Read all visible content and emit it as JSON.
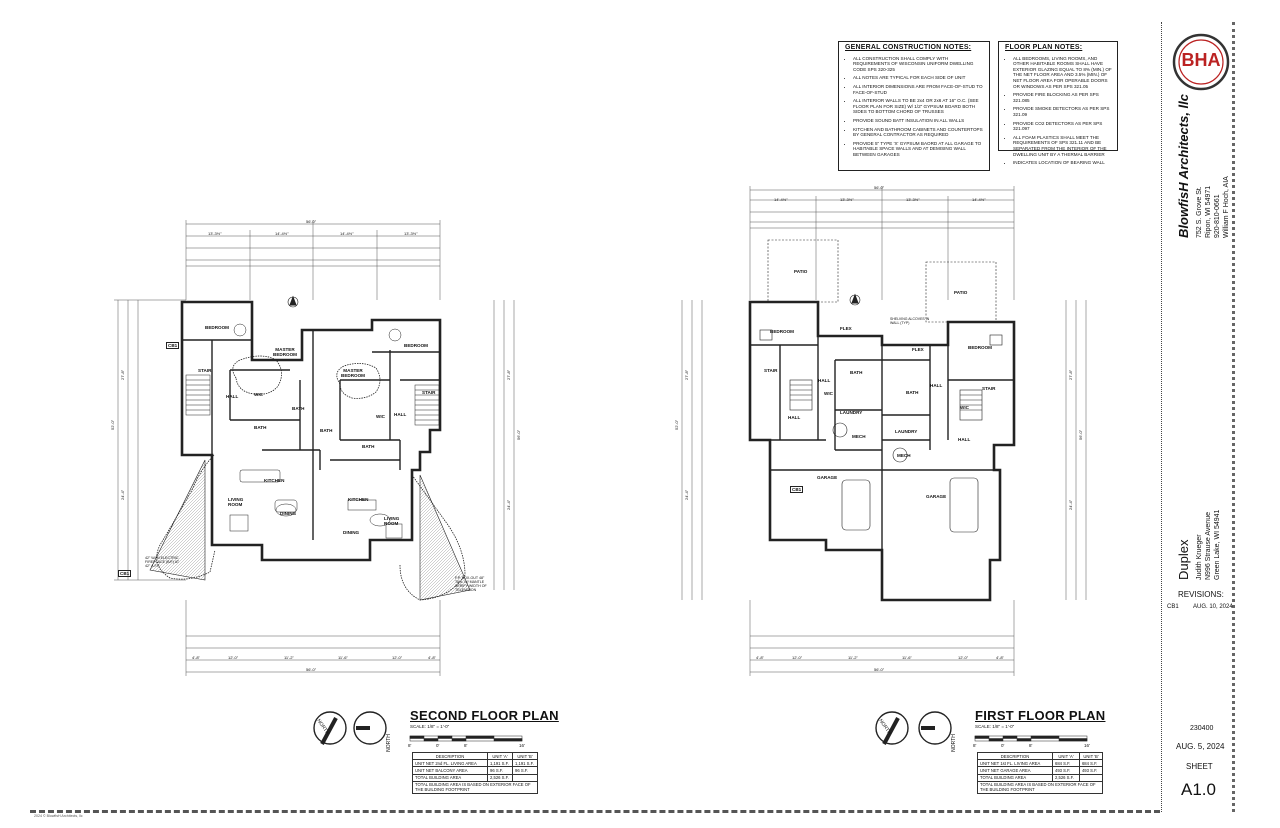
{
  "general_notes": {
    "title": "GENERAL CONSTRUCTION NOTES:",
    "items": [
      "ALL CONSTRUCTION SHALL COMPLY WITH REQUIREMENTS OF WISCONSIN UNIFORM DWELLING CODE SPS 320-325",
      "ALL NOTES ARE TYPICAL FOR EACH SIDE OF UNIT",
      "ALL INTERIOR DIMENSIONS ARE FROM FACE-OF-STUD TO FACE-OF-STUD",
      "ALL INTERIOR WALLS TO BE 2x4 OR 2x6 AT 16\" O.C. (SEE FLOOR PLAN FOR SIZE) W/ 1/2\" GYPSUM BOARD BOTH SIDES TO BOTTOM CHORD OF TRUSSES",
      "PROVIDE SOUND BATT INSULATION IN ALL WALLS",
      "KITCHEN AND BATHROOM CABINETS AND COUNTERTOPS BY GENERAL CONTRACTOR AS REQUIRED",
      "PROVIDE 5\" TYPE 'X' GYPSUM BAORD AT ALL GARAGE TO HABITABLE SPACE WALLS AND AT DEMISING WALL BETWEEN GARAGES"
    ]
  },
  "floor_plan_notes": {
    "title": "FLOOR PLAN NOTES:",
    "items": [
      "ALL BEDROOMS, LIVING ROOMS, AND OTHER HABITABLE ROOMS SHALL HAVE EXTERIOR GLAZING EQUAL TO 8% (MIN.) OF THE NET FLOOR AREA AND 3.5% (MIN.) OF NET FLOOR AREA FOR OPERABLE DOORS OR WINDOWS AS PER SPS 321.05",
      "PROVIDE FIRE BLOCKING AS PER SPS 321.085",
      "PROVIDE SMOKE DETECTORS AS PER SPS 321.09",
      "PROVIDE CO2 DETECTORS AS PER SPS 321.097",
      "ALL FOAM PLASTICS SHALL MEET THE REQUIREMENTS OF SPS 321.11 AND BE SEPARATED FROM THE INTERIOR OF THE DWELLING UNIT BY A THERMAL BARRIER",
      "INDICATES LOCATION OF BEARING WALL"
    ]
  },
  "firm": {
    "logo": "BHA",
    "name": "BlowfisH Architects, llc",
    "address1": "752 S. Grove St.",
    "address2": "Ripon, WI 54971",
    "phone": "920-810-0661",
    "architect": "William F Hoch, AIA"
  },
  "project": {
    "name": "Duplex",
    "client": "Judith Krueger",
    "street": "N996 Strause Avenue",
    "city": "Green Lake, WI   54941"
  },
  "revisions": {
    "label": "REVISIONS:",
    "rev_id": "CB1",
    "rev_date": "AUG. 10, 2024"
  },
  "sheet_info": {
    "project_no": "230400",
    "date": "AUG. 5, 2024",
    "sheet_label": "SHEET",
    "sheet_no": "A1.0"
  },
  "copyright": "2024 © BlowfisH Architects, llc",
  "second_floor": {
    "title": "SECOND FLOOR PLAN",
    "scale": "SCALE:  1/8\" = 1'-0\"",
    "scale_ticks": [
      "8'",
      "0'",
      "8'",
      "16'"
    ],
    "overall_dim": "56'-0\"",
    "north": "NORTH",
    "rooms": {
      "bedroom_l": "BEDROOM",
      "master_l": "MASTER BEDROOM",
      "master_r": "MASTER BEDROOM",
      "bedroom_r": "BEDROOM",
      "stair_l": "STAIR",
      "stair_r": "STAIR",
      "hall_l": "HALL",
      "hall_r": "HALL",
      "wic_l": "WIC",
      "wic_r": "WIC",
      "bath_l": "BATH",
      "bath_r": "BATH",
      "bath_l2": "BATH",
      "bath_r2": "BATH",
      "kitchen_l": "KITCHEN",
      "kitchen_r": "KITCHEN",
      "living_l": "LIVING ROOM",
      "living_r": "LIVING ROOM",
      "dining_l": "DINING",
      "dining_r": "DINING",
      "fireplace": "42\" W/ M ELECTRIC FIREPLACE (B/F) AT 42\" A.F.F.",
      "tv": "F.P. BOX-OUT 48\" TALL W/ MANTLE VERIFY WIDTH OF TELEVISION",
      "cb": "CB1"
    },
    "table": {
      "headers": [
        "DESCRIPTION",
        "UNIT 'A'",
        "UNIT 'B'"
      ],
      "rows": [
        [
          "UNIT NET 2nd FL. LIVING AREA",
          "1,191 S.F.",
          "1,191 S.F."
        ],
        [
          "UNIT NET BALCONY AREA",
          "96 S.F.",
          "96 S.F."
        ],
        [
          "TOTAL BUILDING AREA",
          "2,526 S.F.",
          ""
        ]
      ],
      "footnote": "TOTAL BUILDING AREA IS BASED ON EXTERIOR FACE OF THE BUILDING FOOTPRINT"
    }
  },
  "first_floor": {
    "title": "FIRST FLOOR PLAN",
    "scale": "SCALE:  1/8\" = 1'-0\"",
    "scale_ticks": [
      "8'",
      "0'",
      "8'",
      "16'"
    ],
    "overall_dim": "56'-0\"",
    "north": "NORTH",
    "rooms": {
      "patio_l": "PATIO",
      "patio_r": "PATIO",
      "bedroom_l": "BEDROOM",
      "bedroom_r": "BEDROOM",
      "flex_l": "FLEX",
      "flex_r": "FLEX",
      "stair_l": "STAIR",
      "stair_r": "STAIR",
      "hall_l": "HALL",
      "hall_r": "HALL",
      "hall_l2": "HALL",
      "hall_r2": "HALL",
      "wic_l": "WIC",
      "wic_r": "WIC",
      "bath_l": "BATH",
      "bath_r": "BATH",
      "laundry_l": "LAUNDRY",
      "laundry_r": "LAUNDRY",
      "mech_l": "MECH",
      "mech_r": "MECH",
      "garage_l": "GARAGE",
      "garage_r": "GARAGE",
      "cb": "CB1",
      "shelving": "SHELVING ALCOVES IN WALL (TYP)"
    },
    "table": {
      "headers": [
        "DESCRIPTION",
        "UNIT 'A'",
        "UNIT 'B'"
      ],
      "rows": [
        [
          "UNIT NET 1st FL. LIVING AREA",
          "684 S.F.",
          "684 S.F."
        ],
        [
          "UNIT NET GARAGE AREA",
          "493 S.F.",
          "493 S.F."
        ],
        [
          "TOTAL BUILDING AREA",
          "2,526 S.F.",
          ""
        ]
      ],
      "footnote": "TOTAL BUILDING AREA IS BASED ON EXTERIOR FACE OF THE BUILDING FOOTPRINT"
    }
  },
  "dimension_strings": {
    "top_sf": [
      "13'-3½\"",
      "14'-4½\"",
      "14'-4½\"",
      "13'-3½\""
    ],
    "top_ff": [
      "14'-4½\"",
      "13'-3½\"",
      "13'-3½\"",
      "14'-4½\""
    ],
    "bottom": [
      "4'-8\"",
      "12'-0\"",
      "11'-2\"",
      "11'-6\"",
      "12'-0\"",
      "4'-8\""
    ],
    "left_sf": [
      "27'-8\"",
      "52'-0\"",
      "24'-4\""
    ],
    "right_sf": [
      "27'-8\"",
      "56'-0\"",
      "24'-4\""
    ]
  }
}
